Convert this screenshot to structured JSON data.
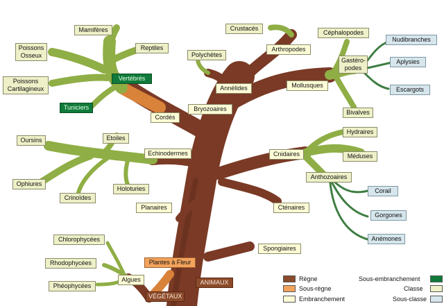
{
  "colors": {
    "trunk": "#7a3a26",
    "trunk_dark": "#5e2a1a",
    "sousregne_branch": "#d9823a",
    "green_branch": "#8fae45",
    "green_dark": "#5d7d2a",
    "thin_branch": "#3f7e43",
    "classe": "#eef0c8",
    "embranchement": "#fdfcd6",
    "sous_classe": "#d6e6ec",
    "sous_embranchement": "#0f7a3a",
    "sous_regne": "#f3a35c",
    "regne": "#8b4a2a"
  },
  "regnes": {
    "animaux": "ANIMAUX",
    "vegetaux": "VÉGÉTAUX"
  },
  "sous_regnes": {
    "plantes_a_fleur": "Plantes à Fleur"
  },
  "embranchements": {
    "cordes": "Cordés",
    "echinodermes": "Echinodermes",
    "planaires": "Planaires",
    "bryozoaires": "Bryozoaires",
    "annelides": "Annélides",
    "arthropodes": "Arthropodes",
    "mollusques": "Mollusques",
    "cnidaires": "Cnidaires",
    "ctenaires": "Cténaires",
    "spongiaires": "Spongiaires",
    "algues": "Algues"
  },
  "sous_embranchements": {
    "vertebres": "Vertébrés",
    "tuniciers": "Tuniciers"
  },
  "classes": {
    "mammiferes": "Mamifères",
    "reptiles": "Reptiles",
    "poissons_osseux": "Poissons\nOsseux",
    "poissons_cartilagineux": "Poissons\nCartilagineux",
    "oursins": "Oursins",
    "etoiles": "Etoiles",
    "ophiures": "Ophiures",
    "crinoides": "Crinoïdes",
    "holoturies": "Holoturies",
    "crustaces": "Crustacés",
    "polychetes": "Polychètes",
    "cephalopodes": "Céphalopodes",
    "gasteropodes": "Gastéro-\npodes",
    "bivalves": "Bivalves",
    "hydraires": "Hydraires",
    "meduses": "Méduses",
    "anthozoaires": "Anthozoaires",
    "chlorophycees": "Chlorophycées",
    "rhodophycees": "Rhodophycées",
    "pheophycees": "Phéophycées"
  },
  "sous_classes": {
    "nudibranches": "Nudibranches",
    "aplysies": "Aplysies",
    "escargots": "Escargots",
    "corail": "Corail",
    "gorgones": "Gorgones",
    "anemones": "Anémones"
  },
  "legend": {
    "regne": "Règne",
    "sous_regne": "Sous-règne",
    "embranchement": "Embranchement",
    "sous_embranchement": "Sous-embranchement",
    "classe": "Classe",
    "sous_classe": "Sous-classe"
  }
}
